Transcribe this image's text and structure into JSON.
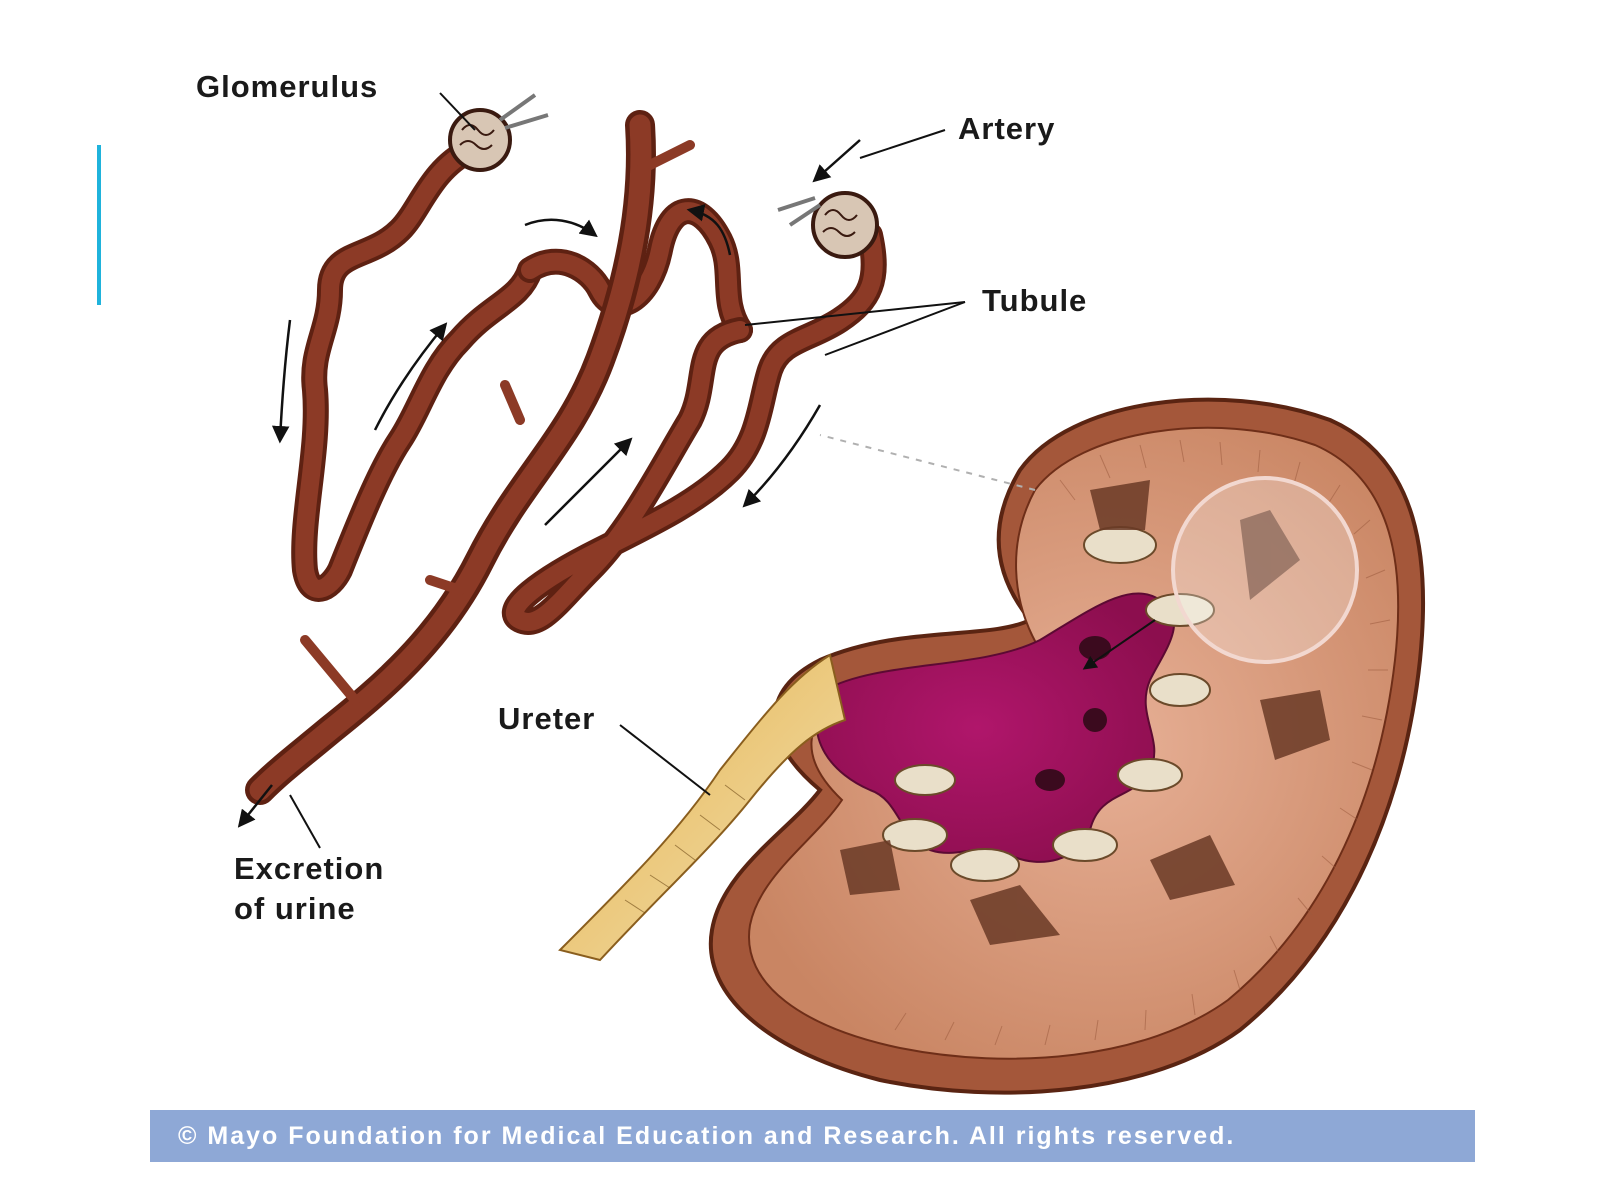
{
  "labels": {
    "glomerulus": "Glomerulus",
    "artery": "Artery",
    "tubule": "Tubule",
    "ureter": "Ureter",
    "excretion_line1": "Excretion",
    "excretion_line2": "of urine"
  },
  "footer": {
    "copyright": "© Mayo Foundation for Medical Education and Research.  All rights reserved."
  },
  "colors": {
    "accent": "#1fb3dc",
    "footer_band": "#8ea8d6",
    "tubule": "#8c3a26",
    "tubule_dark": "#5e2112",
    "kidney_cortex": "#c98563",
    "kidney_capsule": "#a4573a",
    "renal_pelvis": "#a8125e",
    "ureter": "#d9a544"
  }
}
